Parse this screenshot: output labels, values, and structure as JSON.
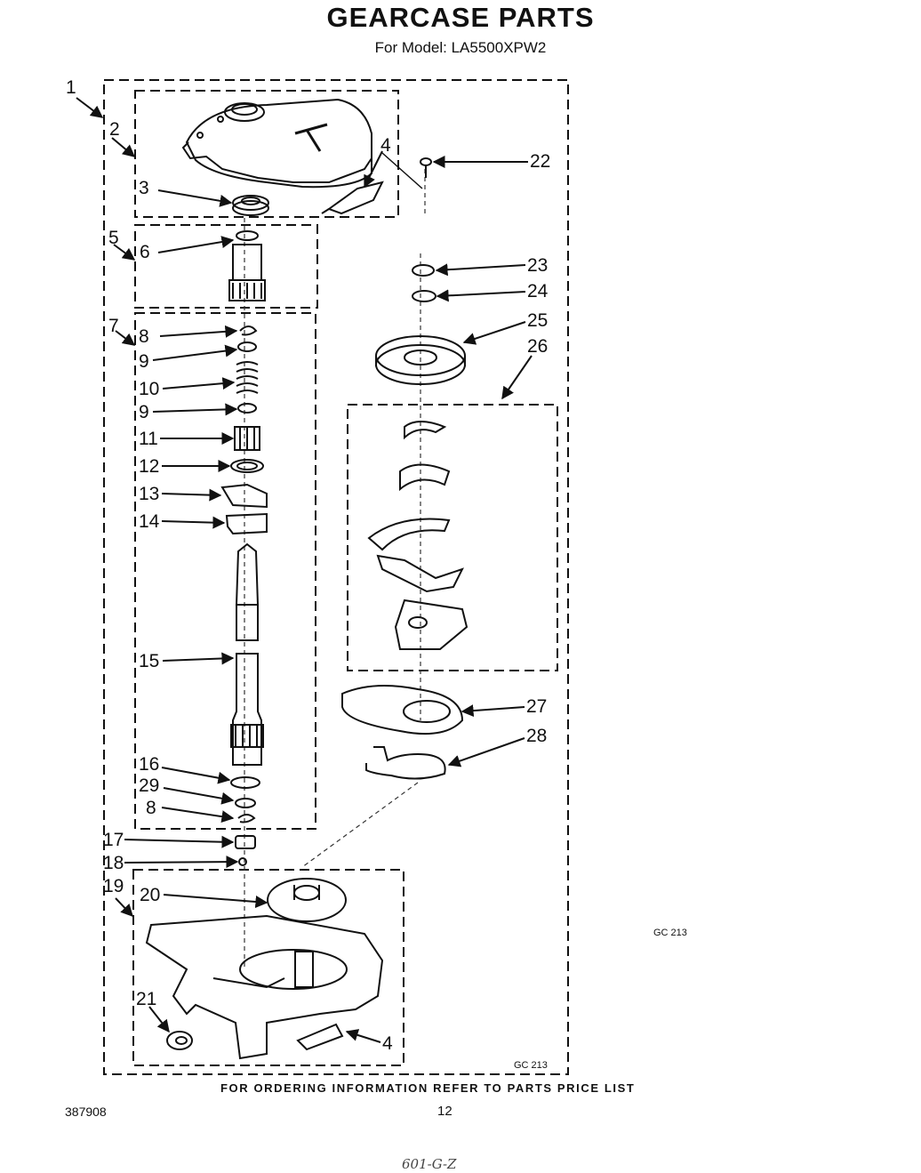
{
  "header": {
    "title": "GEARCASE PARTS",
    "model_line": "For Model: LA5500XPW2"
  },
  "footer": {
    "ordering_note": "FOR ORDERING INFORMATION REFER TO PARTS PRICE LIST",
    "doc_number": "387908",
    "page_number": "12",
    "handwritten": "601-G-Z"
  },
  "figure_codes": {
    "outer": "GC 213",
    "inner": "GC 213"
  },
  "callouts": [
    "1",
    "2",
    "3",
    "4",
    "5",
    "6",
    "7",
    "8",
    "9",
    "10",
    "9",
    "11",
    "12",
    "13",
    "14",
    "15",
    "16",
    "29",
    "8",
    "17",
    "18",
    "19",
    "20",
    "21",
    "4",
    "22",
    "23",
    "24",
    "25",
    "26",
    "27",
    "28"
  ]
}
